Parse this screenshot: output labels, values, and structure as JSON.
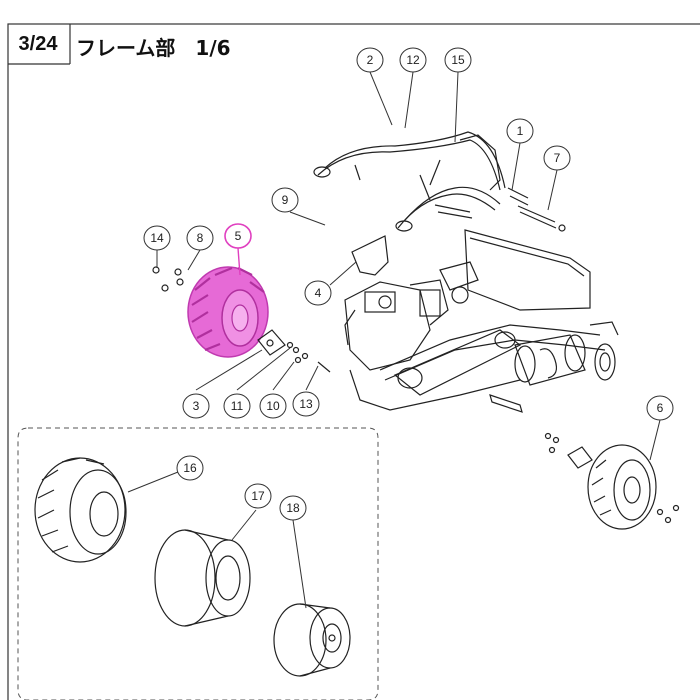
{
  "header": {
    "page": "3/24",
    "title": "フレーム部　1/6"
  },
  "highlight_color": "#e040c0",
  "callouts": {
    "c1": "1",
    "c2": "2",
    "c3": "3",
    "c4": "4",
    "c5": "5",
    "c6": "6",
    "c7": "7",
    "c8": "8",
    "c9": "9",
    "c10": "10",
    "c11": "11",
    "c12": "12",
    "c13": "13",
    "c14": "14",
    "c15": "15",
    "c16": "16",
    "c17": "17",
    "c18": "18"
  }
}
